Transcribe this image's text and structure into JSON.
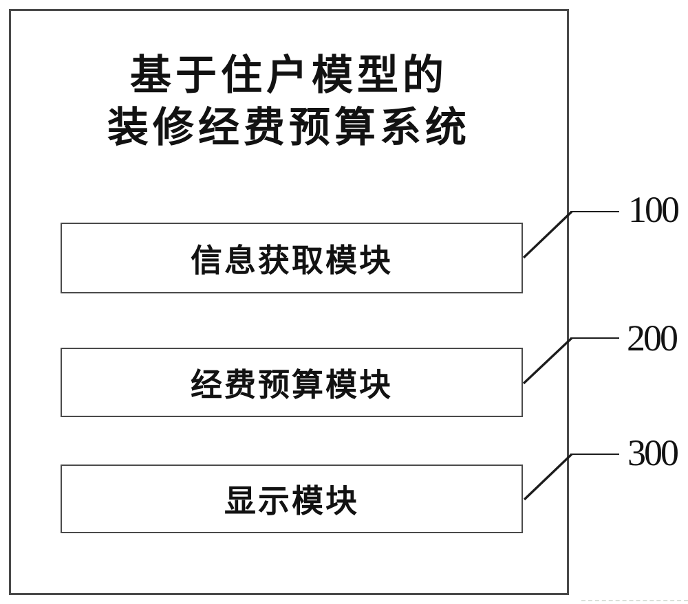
{
  "figure": {
    "title_lines": [
      "基于住户模型的",
      "装修经费预算系统"
    ],
    "modules": [
      {
        "label": "信息获取模块",
        "ref": "100"
      },
      {
        "label": "经费预算模块",
        "ref": "200"
      },
      {
        "label": "显示模块",
        "ref": "300"
      }
    ],
    "colors": {
      "line": "#1c1c1c",
      "border": "#4a4a4a",
      "text": "#121212",
      "background": "#ffffff"
    }
  }
}
